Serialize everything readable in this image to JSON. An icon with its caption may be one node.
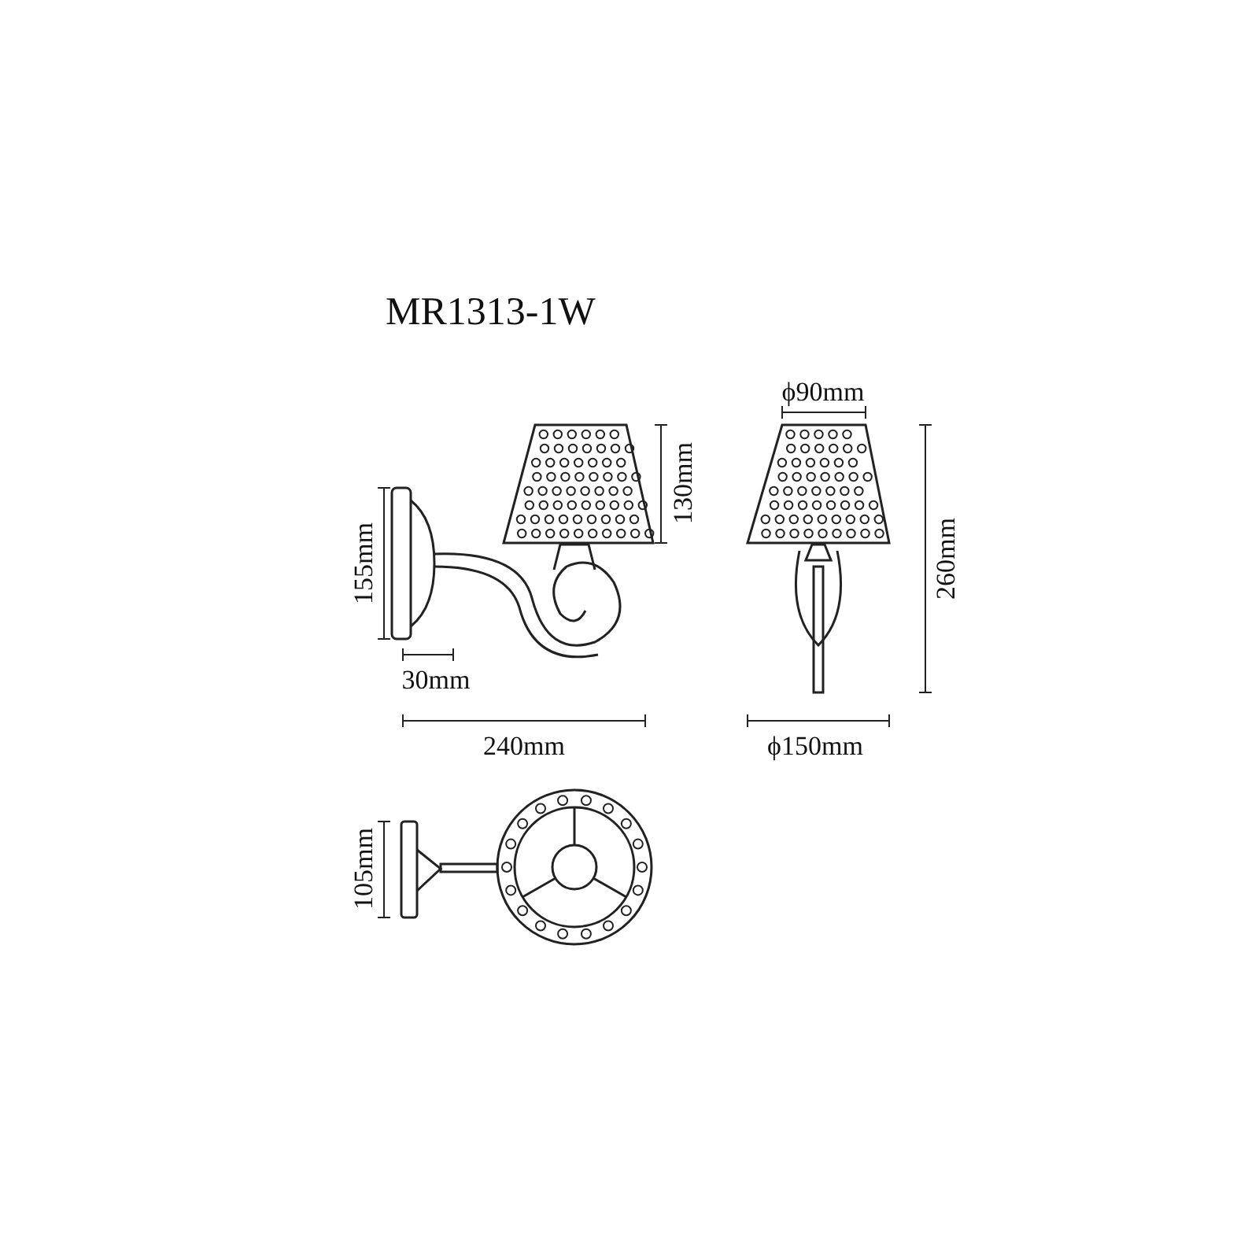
{
  "diagram": {
    "title": "MR1313-1W",
    "labels": [
      "ϕ90mm",
      "130mm",
      "155mm",
      "260mm",
      "30mm",
      "240mm",
      "ϕ150mm",
      "105mm"
    ]
  }
}
